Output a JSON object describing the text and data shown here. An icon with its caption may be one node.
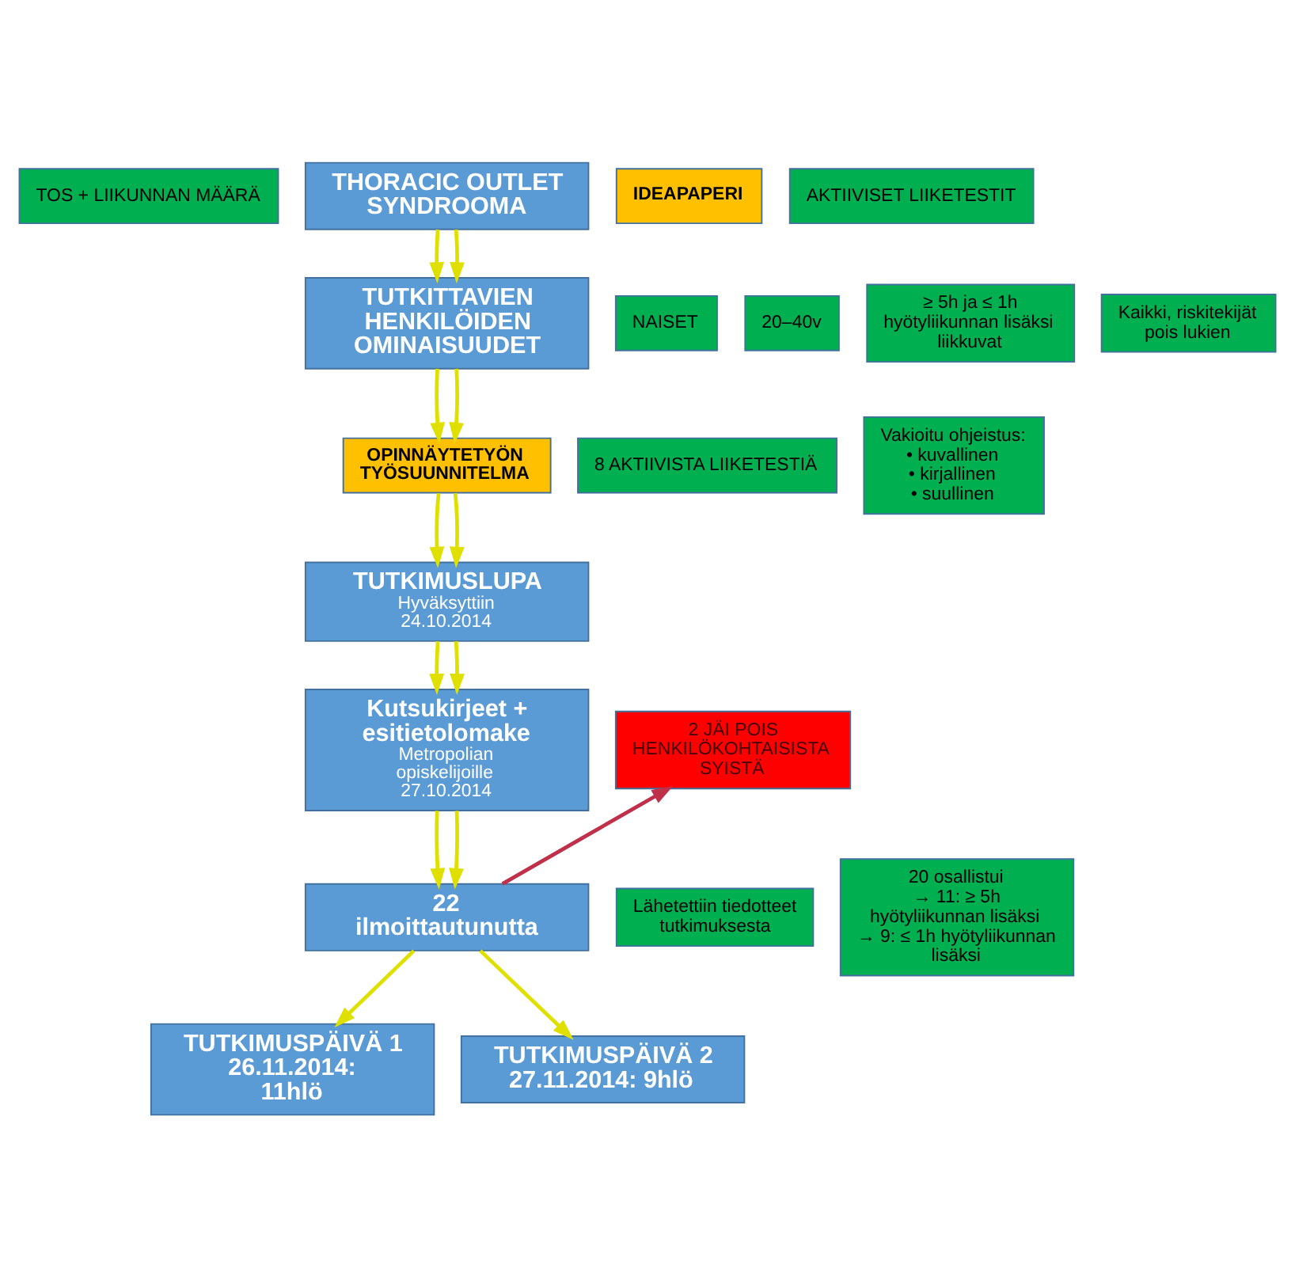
{
  "diagram": {
    "nodes": [
      {
        "text": [
          "TOS + LIIKUNNAN MÄÄRÄ"
        ]
      },
      {
        "text": [
          "THORACIC OUTLET SYNDROOMA"
        ]
      },
      {
        "text": [
          "AKTIIVISET LIIKETESTIT"
        ]
      },
      {
        "text": [
          "IDEAPAPERI"
        ]
      },
      {
        "text": [
          "NAISET"
        ]
      },
      {
        "text": [
          "TUTKITTAVIEN HENKILÖIDEN OMINAISUUDET"
        ]
      },
      {
        "text": [
          "≥ 5h ja ≤ 1h hyötyliikunnan lisäksi liikkuvat"
        ]
      },
      {
        "text": [
          "20–40v"
        ]
      },
      {
        "text": [
          "Kaikki, riskitekijät pois lukien"
        ]
      },
      {
        "text": [
          "8 AKTIIVISTA LIIKETESTIÄ"
        ]
      },
      {
        "text": [
          "OPINNÄYTETYÖN TYÖSUUNNITELMA"
        ]
      },
      {
        "text": [
          "Vakioitu ohjeistus:",
          "• kuvallinen",
          "• kirjallinen",
          "• suullinen"
        ]
      },
      {
        "text": [
          "TUTKIMUSLUPA",
          "Hyväksyttiin 24.10.2014"
        ]
      },
      {
        "text": [
          "Kutsukirjeet + esitietolomake",
          "Metropolian opiskelijoille 27.10.2014"
        ]
      },
      {
        "text": [
          "2 JÄI POIS HENKILÖKOHTAISISTA SYISTÄ"
        ]
      },
      {
        "text": [
          "Lähetettiin tiedotteet tutkimuksesta"
        ]
      },
      {
        "text": [
          "22 ilmoittautunutta"
        ]
      },
      {
        "text": [
          "20 osallistui",
          "→ 11: ≥ 5h hyötyliikunnan lisäksi",
          "→ 9: ≤ 1h hyötyliikunnan lisäksi"
        ]
      },
      {
        "text": [
          "TUTKIMUSPÄIVÄ 1 26.11.2014: 11hlö"
        ]
      },
      {
        "text": [
          "TUTKIMUSPÄIVÄ 2 27.11.2014: 9hlö"
        ]
      }
    ],
    "edges": [
      {
        "from": 1,
        "to": 5,
        "arrow": "to"
      },
      {
        "from": 1,
        "to": 5,
        "arrow": "to"
      },
      {
        "from": 5,
        "to": 10,
        "arrow": "to"
      },
      {
        "from": 5,
        "to": 10,
        "arrow": "to"
      },
      {
        "from": 10,
        "to": 12,
        "arrow": "to"
      },
      {
        "from": 10,
        "to": 12,
        "arrow": "to"
      },
      {
        "from": 12,
        "to": 13,
        "arrow": "to"
      },
      {
        "from": 12,
        "to": 13,
        "arrow": "to"
      },
      {
        "from": 13,
        "to": 16,
        "arrow": "to"
      },
      {
        "from": 13,
        "to": 16,
        "arrow": "to"
      },
      {
        "from": 16,
        "to": 14,
        "arrow": "to",
        "color": "#c0304a"
      },
      {
        "from": 16,
        "to": 18,
        "arrow": "to"
      },
      {
        "from": 16,
        "to": 19,
        "arrow": "to"
      }
    ]
  }
}
